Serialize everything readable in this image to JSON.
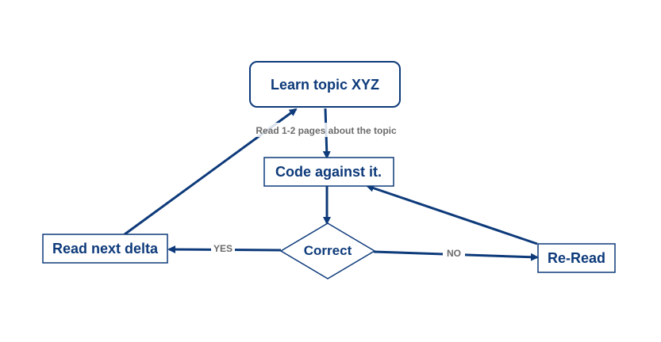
{
  "diagram": {
    "nodes": {
      "learn": {
        "label": "Learn topic XYZ"
      },
      "code": {
        "label": "Code against it."
      },
      "correct": {
        "label": "Correct"
      },
      "read_next": {
        "label": "Read next delta"
      },
      "reread": {
        "label": "Re-Read"
      }
    },
    "edges": {
      "learn_to_code": {
        "label": "Read 1-2 pages about the topic"
      },
      "correct_yes": {
        "label": "YES"
      },
      "correct_no": {
        "label": "NO"
      }
    },
    "colors": {
      "stroke": "#0d3a7a",
      "text": "#0d3a7a",
      "edge_label": "#6b6b6b",
      "background": "#ffffff"
    }
  }
}
